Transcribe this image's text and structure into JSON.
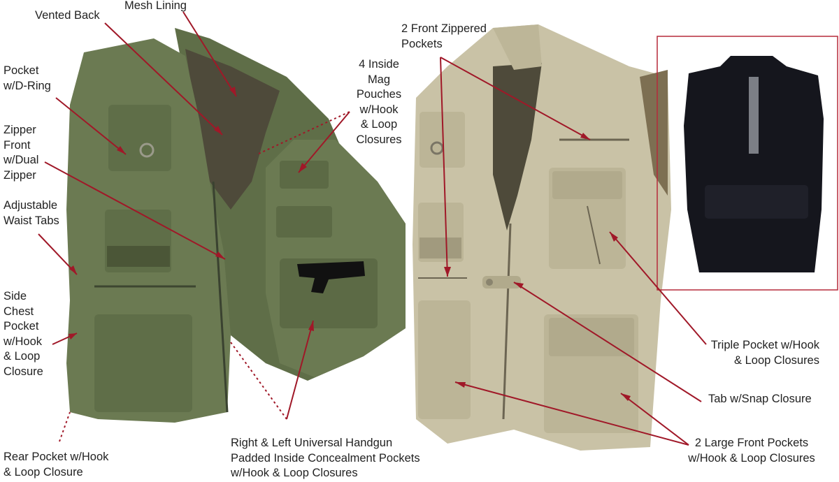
{
  "colors": {
    "leader": "#a01828",
    "olive_vest": "#6b7a52",
    "olive_dark": "#56643f",
    "khaki_vest": "#c9c2a6",
    "khaki_dark": "#aea68a",
    "black_vest": "#15161d",
    "mesh": "#4e4a3a",
    "inset_border": "#b52a3a"
  },
  "labels": {
    "vented_back": "Vented Back",
    "mesh_lining": "Mesh Lining",
    "pocket_d_ring": "Pocket\nw/D-Ring",
    "zipper_front": "Zipper\nFront\nw/Dual\nZipper",
    "adjustable_waist": "Adjustable\nWaist Tabs",
    "side_chest_pocket": "Side\nChest\nPocket\nw/Hook\n& Loop\nClosure",
    "rear_pocket": "Rear Pocket w/Hook\n& Loop Closure",
    "handgun_pockets": "Right & Left Universal Handgun\nPadded Inside Concealment Pockets\nw/Hook & Loop Closures",
    "mag_pouches": "4 Inside\nMag\nPouches\nw/Hook\n& Loop\nClosures",
    "front_zippered": "2 Front Zippered\nPockets",
    "triple_pocket": "Triple Pocket w/Hook\n& Loop Closures",
    "tab_snap": "Tab w/Snap Closure",
    "large_front_pockets": "2 Large Front Pockets\nw/Hook & Loop Closures"
  }
}
